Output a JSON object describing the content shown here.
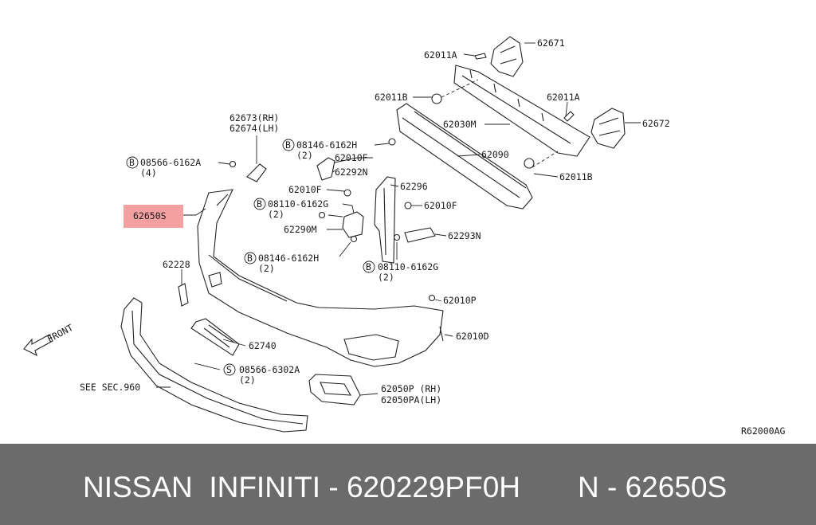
{
  "diagram": {
    "labels": {
      "l62671": "62671",
      "l62011A_top": "62011A",
      "l62011B_left": "62011B",
      "l62011A_right": "62011A",
      "l62672": "62672",
      "l62030M": "62030M",
      "l62090": "62090",
      "l62011B_right": "62011B",
      "l62673": "62673(RH)",
      "l62674": "62674(LH)",
      "l08566_6162A": "08566-6162A",
      "l08566_6162A_qty": "(4)",
      "l08146_top": "08146-6162H",
      "l08146_top_qty": "(2)",
      "l62010F_a": "62010F",
      "l62292N": "62292N",
      "l62010F_b": "62010F",
      "l62296": "62296",
      "l08110_top": "08110-6162G",
      "l08110_top_qty": "(2)",
      "l62010F_c": "62010F",
      "l62290M": "62290M",
      "l62293N": "62293N",
      "l62650S": "62650S",
      "l08146_bot": "08146-6162H",
      "l08146_bot_qty": "(2)",
      "l08110_bot": "08110-6162G",
      "l08110_bot_qty": "(2)",
      "l62228": "62228",
      "l62010P": "62010P",
      "l62010D": "62010D",
      "l62740": "62740",
      "l08566_6302A": "08566-6302A",
      "l08566_6302A_qty": "(2)",
      "l62050P": "62050P (RH)",
      "l62050PA": "62050PA(LH)",
      "see_sec": "SEE SEC.960",
      "front": "FRONT",
      "ref_code": "R62000AG",
      "circ_B1": "B",
      "circ_B2": "B",
      "circ_B3": "B",
      "circ_B4": "B",
      "circ_B5": "B",
      "circ_S": "S"
    },
    "highlight_color": "#f4a0a0"
  },
  "footer": {
    "brand": "NISSAN  INFINITI - 620229PF0H",
    "part": "N - 62650S"
  }
}
